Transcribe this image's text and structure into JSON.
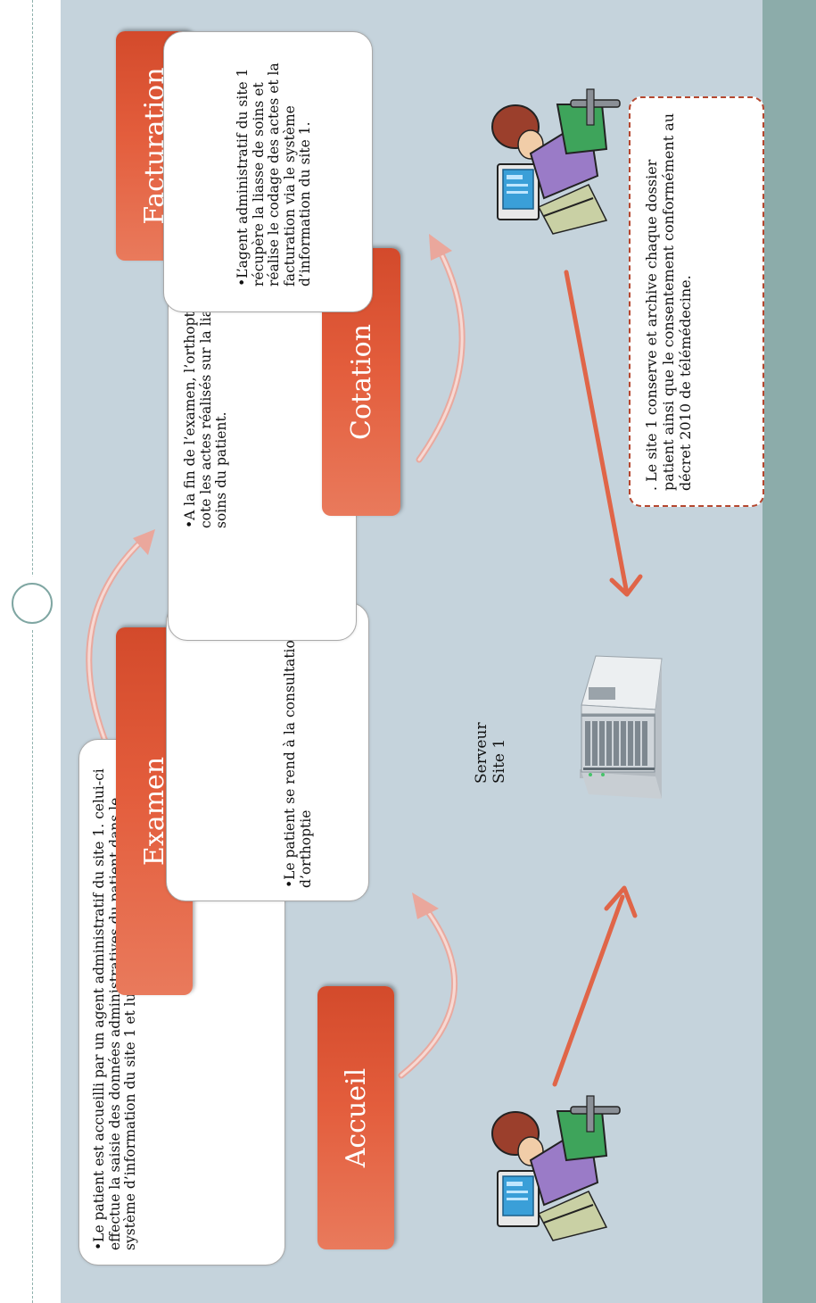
{
  "steps": [
    {
      "title": "Accueil",
      "text": "Le patient est accueilli par un agent administratif du site 1. celui-ci effectue la saisie des données administratives du patient dans le système d’information du site 1 et lui remet sa liasse de soins."
    },
    {
      "title": "Examen",
      "text": "Le patient se rend à la consultation d’orthoptie"
    },
    {
      "title": "Cotation",
      "text": "A la fin de l’examen, l’orthoptiste cote les actes réalisés sur la liasse de soins du patient."
    },
    {
      "title": "Facturation",
      "text": "L’agent administratif du site 1 récupère la liasse de soins et réalise le codage des actes et la facturation via le système d’information du site 1."
    }
  ],
  "server": {
    "line1": "Serveur",
    "line2": "Site 1",
    "icon": "server-icon"
  },
  "note": {
    "text": ". Le site 1 conserve et archive chaque dossier patient ainsi que le consentement conformément au décret 2010 de télémédecine."
  },
  "icons": {
    "user": "person-at-computer-icon"
  },
  "colors": {
    "background": "#c5d3dc",
    "band": "#8cacaa",
    "tag": "#e35d3c",
    "arrow": "#e06548",
    "curved_arrow": "#f0b6ad"
  }
}
